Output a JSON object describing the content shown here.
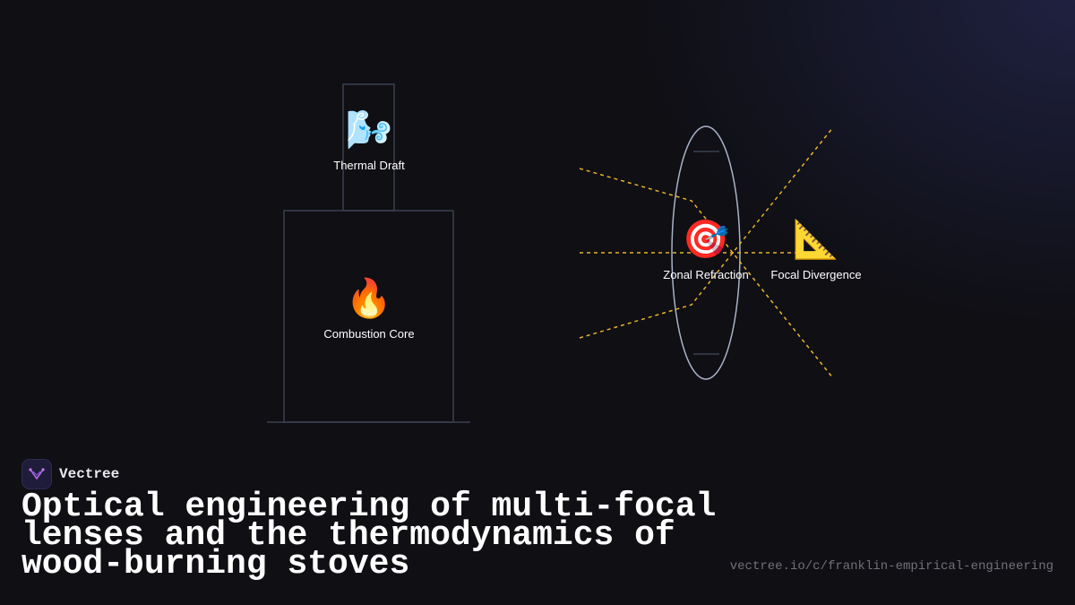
{
  "diagram": {
    "stove": {
      "chimney_node": {
        "icon": "wind-icon",
        "emoji": "🌬️",
        "label": "Thermal Draft"
      },
      "firebox_node": {
        "icon": "fire-icon",
        "emoji": "🔥",
        "label": "Combustion Core"
      }
    },
    "lens": {
      "refraction_node": {
        "icon": "target-icon",
        "emoji": "🎯",
        "label": "Zonal Refraction"
      },
      "divergence_node": {
        "icon": "triangular-ruler-icon",
        "emoji": "📐",
        "label": "Focal Divergence"
      }
    },
    "colors": {
      "outline": "#3a4150",
      "lens": "#aab2c8",
      "rays": "#e8b22a",
      "background": "#0f0f14"
    }
  },
  "brand": {
    "name": "Vectree",
    "logo_icon": "vectree-logo-icon"
  },
  "title": "Optical engineering of multi-focal lenses and the thermodynamics of wood-burning stoves",
  "url": "vectree.io/c/franklin-empirical-engineering"
}
